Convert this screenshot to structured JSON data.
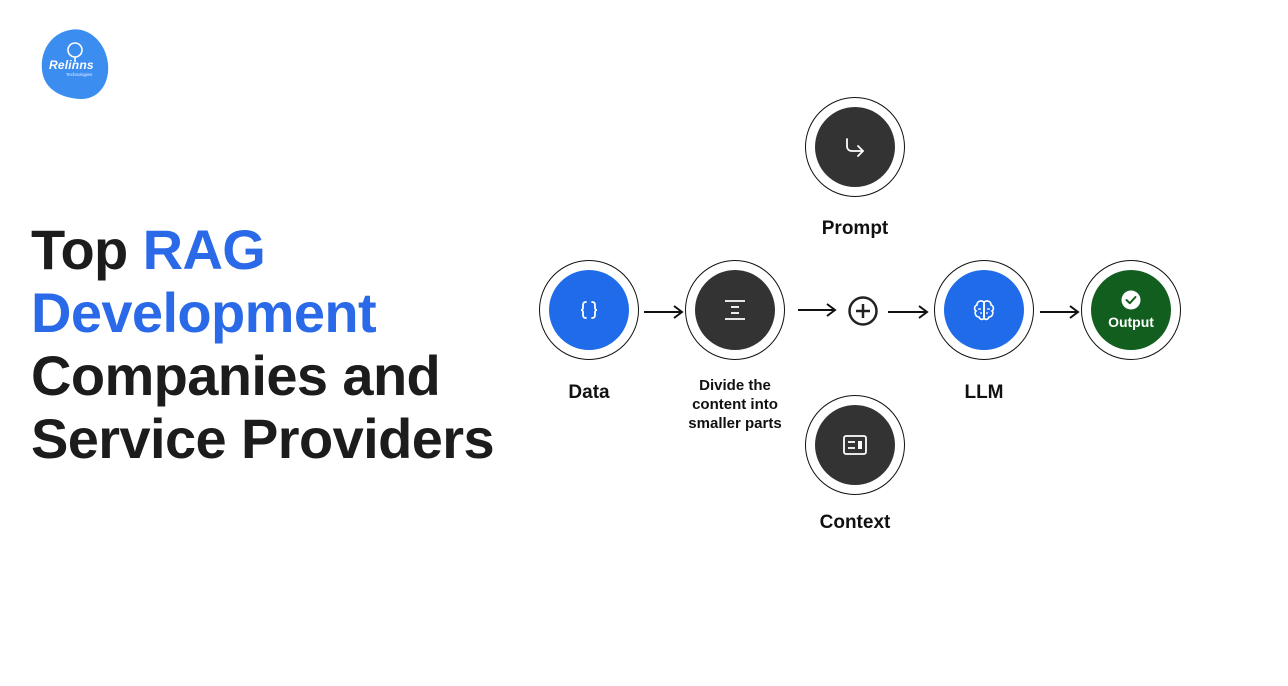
{
  "logo": {
    "name": "Relinns",
    "tagline": "Technologies",
    "color": "#3b8df0"
  },
  "headline": {
    "line1_plain": "Top ",
    "line1_accent": "RAG",
    "line2_accent": "Development",
    "line3": "Companies and",
    "line4": "Service Providers",
    "accent_color": "#2a6ae8"
  },
  "diagram": {
    "nodes": [
      {
        "id": "data",
        "label": "Data",
        "icon": "code-braces-icon",
        "style": "blue"
      },
      {
        "id": "divide",
        "label_lines": [
          "Divide the",
          "content into",
          "smaller parts"
        ],
        "icon": "align-center-icon",
        "style": "dark"
      },
      {
        "id": "prompt",
        "label": "Prompt",
        "icon": "redirect-arrow-icon",
        "style": "dark"
      },
      {
        "id": "context",
        "label": "Context",
        "icon": "article-icon",
        "style": "dark"
      },
      {
        "id": "combine",
        "icon": "plus-circle-icon"
      },
      {
        "id": "llm",
        "label": "LLM",
        "icon": "brain-icon",
        "style": "blue"
      },
      {
        "id": "output",
        "label": "Output",
        "icon": "check-circle-icon",
        "style": "green"
      }
    ],
    "colors": {
      "blue": "#1f6bea",
      "dark": "#333333",
      "green": "#115e1f"
    }
  }
}
